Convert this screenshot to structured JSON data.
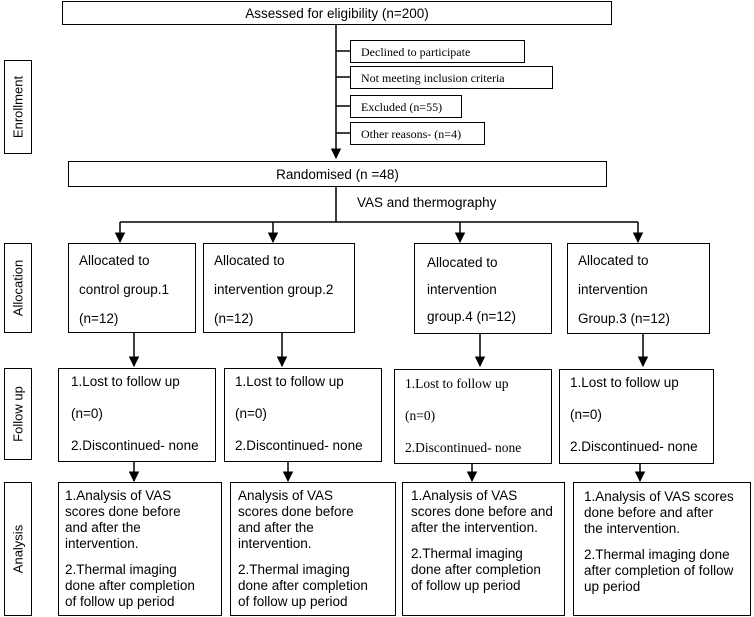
{
  "top": {
    "assessed": "Assessed for eligibility (n=200)",
    "declined": "Declined to participate",
    "not_meeting": "Not meeting inclusion criteria",
    "excluded": "Excluded (n=55)",
    "other": "Other reasons- (n=4)",
    "randomised": "Randomised (n =48)",
    "vas": "VAS and thermography"
  },
  "stages": {
    "enrollment": "Enrollment",
    "allocation": "Allocation",
    "follow_up": "Follow up",
    "analysis": "Analysis"
  },
  "groups": [
    {
      "allocation": [
        "Allocated to",
        "control group.1",
        "(n=12)"
      ],
      "follow": [
        "1.Lost to follow up",
        "(n=0)",
        "2.Discontinued- none"
      ],
      "analysis": [
        "1.Analysis of VAS",
        "scores done before",
        "and after the",
        "intervention.",
        "2.Thermal imaging",
        "done after completion",
        "of follow up period"
      ]
    },
    {
      "allocation": [
        "Allocated to",
        "intervention group.2",
        "(n=12)"
      ],
      "follow": [
        "1.Lost to follow up",
        "(n=0)",
        "2.Discontinued- none"
      ],
      "analysis": [
        "Analysis of VAS",
        "scores done before",
        "and after the",
        "intervention.",
        "2.Thermal imaging",
        "done after completion",
        "of follow up period"
      ]
    },
    {
      "allocation": [
        "Allocated to",
        "intervention",
        "group.4 (n=12)"
      ],
      "follow": [
        "1.Lost to follow up",
        "(n=0)",
        "2.Discontinued- none"
      ],
      "analysis": [
        "1.Analysis of VAS",
        "scores done before and",
        "after the intervention.",
        "2.Thermal imaging",
        "done after completion",
        "of follow up period"
      ]
    },
    {
      "allocation": [
        "Allocated to",
        "intervention",
        "Group.3 (n=12)"
      ],
      "follow": [
        "1.Lost to follow up",
        "(n=0)",
        "2.Discontinued- none"
      ],
      "analysis": [
        "1.Analysis of VAS scores",
        "done before and after",
        "the intervention.",
        "2.Thermal imaging done",
        "after completion of follow",
        "up period"
      ]
    }
  ]
}
